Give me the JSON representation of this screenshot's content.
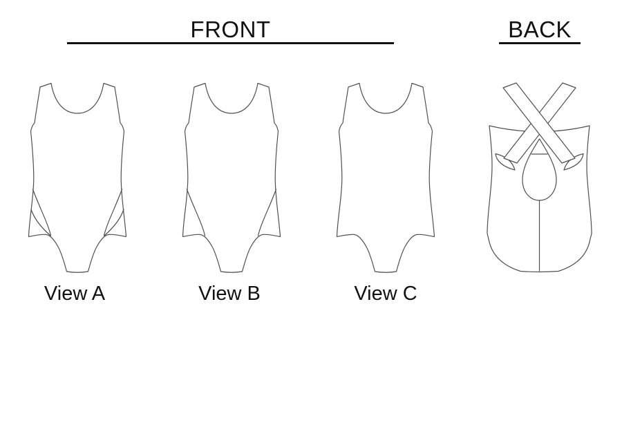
{
  "colors": {
    "background": "#ffffff",
    "line_art": "#4f4f4f",
    "heading_text": "#111111",
    "heading_rule": "#111111",
    "label_text": "#111111"
  },
  "headings": {
    "front": "FRONT",
    "back": "BACK"
  },
  "view_labels": [
    {
      "label": "View A"
    },
    {
      "label": "View B"
    },
    {
      "label": "View C"
    }
  ],
  "drawings": {
    "front_views": [
      "leotard-front-view-a",
      "leotard-front-view-b",
      "leotard-front-view-c"
    ],
    "back_view": "leotard-back-cross-straps"
  }
}
